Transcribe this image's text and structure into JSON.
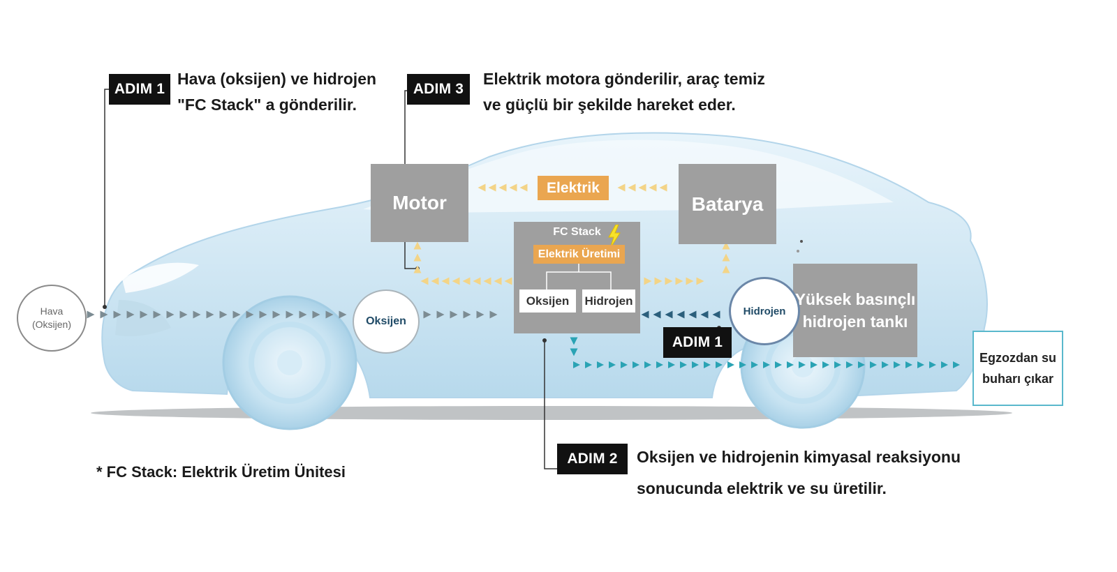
{
  "steps": {
    "step1_top": {
      "badge": "ADIM 1",
      "line1": "Hava (oksijen) ve hidrojen",
      "line2": "\"FC Stack\" a gönderilir."
    },
    "step3": {
      "badge": "ADIM 3",
      "line1": "Elektrik motora gönderilir, araç temiz",
      "line2": "ve güçlü bir şekilde hareket eder."
    },
    "step2": {
      "badge": "ADIM 2",
      "line1": "Oksijen ve hidrojenin kimyasal reaksiyonu",
      "line2": "sonucunda elektrik ve su üretilir."
    },
    "step1_bottom": {
      "badge": "ADIM 1"
    }
  },
  "components": {
    "motor": "Motor",
    "battery": "Batarya",
    "electricity": "Elektrik",
    "fc_stack_title": "FC Stack",
    "electricity_generation": "Elektrik Üretimi",
    "oxygen_cell": "Oksijen",
    "hydrogen_cell": "Hidrojen",
    "tank_line1": "Yüksek basınçlı",
    "tank_line2": "hidrojen tankı"
  },
  "circles": {
    "air_line1": "Hava",
    "air_line2": "(Oksijen)",
    "oxygen": "Oksijen",
    "hydrogen": "Hidrojen"
  },
  "exhaust": {
    "line1": "Egzozdan su",
    "line2": "buharı çıkar"
  },
  "footnote": "* FC Stack: Elektrik Üretim Ünitesi",
  "colors": {
    "badge": "#111111",
    "box_gray": "#9f9f9f",
    "orange": "#eaa650",
    "arrow_yellow": "#f3d487",
    "arrow_gray": "#7c8c93",
    "arrow_teal": "#2aa3b4",
    "arrow_navy": "#2b5f7c",
    "exhaust_border": "#59b8cc"
  },
  "icons": [
    "lightning-icon"
  ]
}
